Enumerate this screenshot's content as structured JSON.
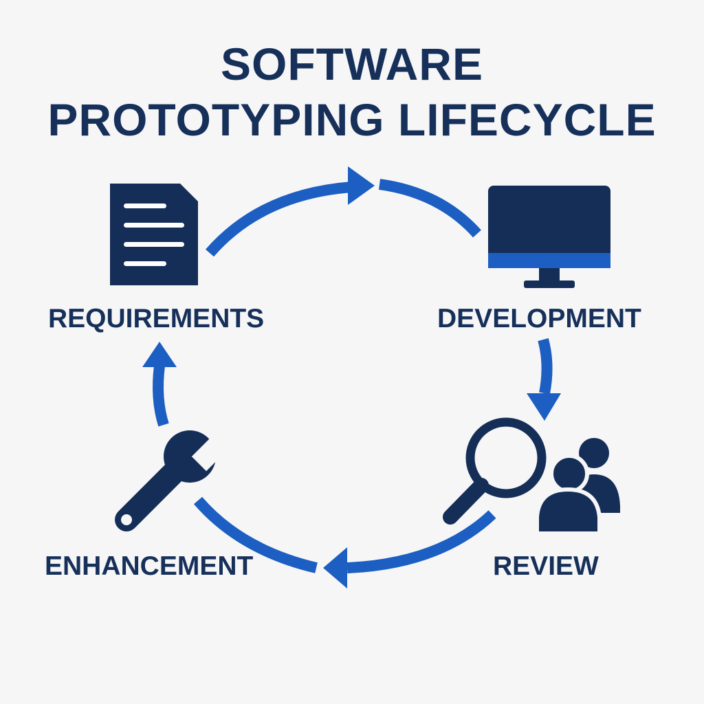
{
  "title": {
    "line1": "SOFTWARE",
    "line2": "PROTOTYPING LIFECYCLE"
  },
  "stages": {
    "requirements": {
      "label": "REQUIREMENTS",
      "icon": "document-icon"
    },
    "development": {
      "label": "DEVELOPMENT",
      "icon": "monitor-icon"
    },
    "review": {
      "label": "REVIEW",
      "icon": "magnifier-people-icon"
    },
    "enhancement": {
      "label": "ENHANCEMENT",
      "icon": "wrench-icon"
    }
  },
  "colors": {
    "background": "#f6f6f7",
    "text_navy": "#16305a",
    "icon_navy": "#152e57",
    "arrow_blue": "#1c5ec1"
  }
}
